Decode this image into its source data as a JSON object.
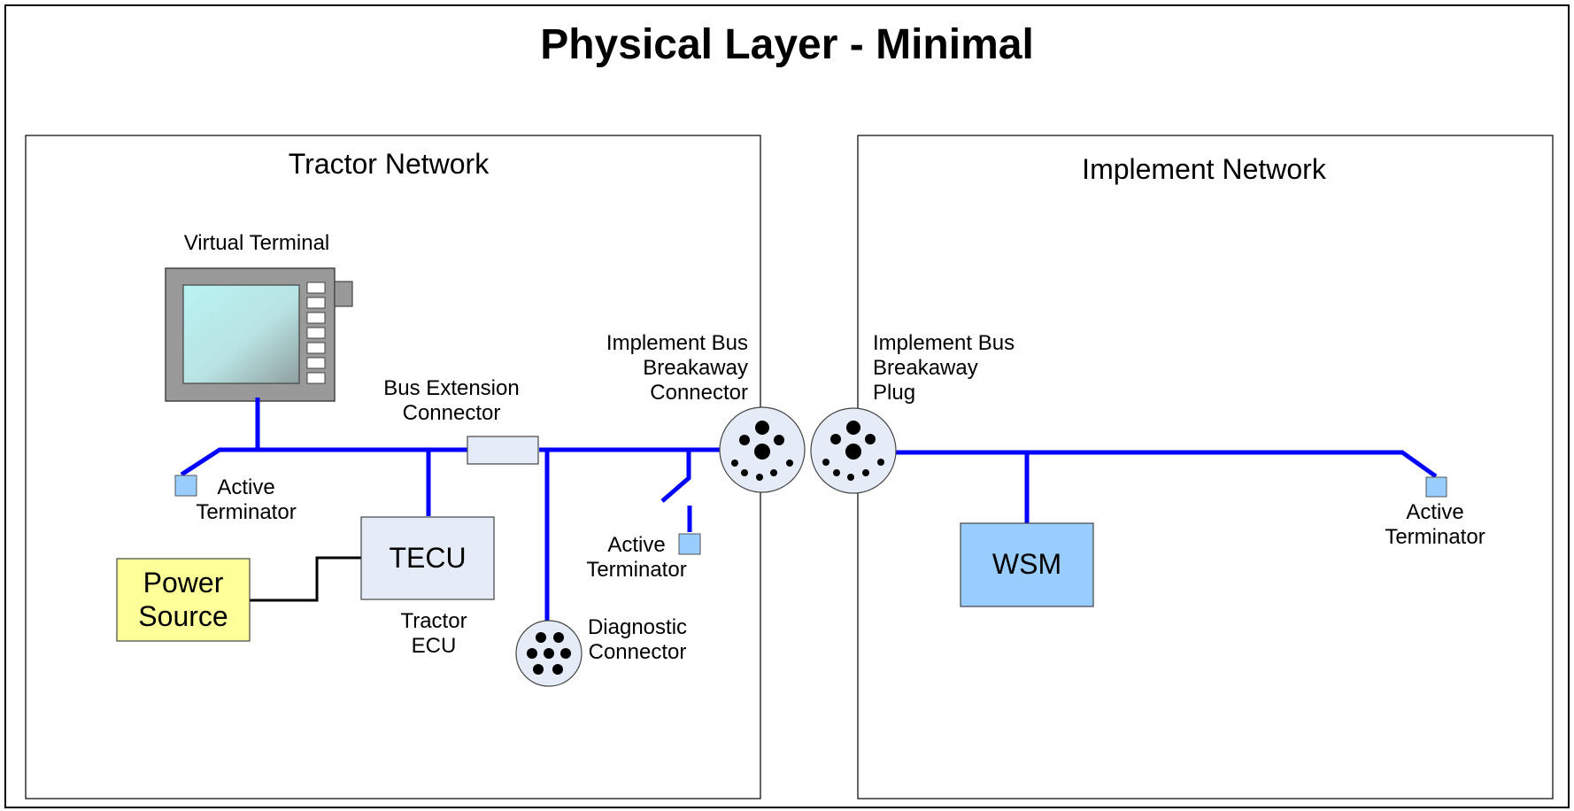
{
  "title": "Physical Layer - Minimal",
  "tractor_network": {
    "title": "Tractor Network",
    "virtual_terminal": "Virtual Terminal",
    "active_terminator_left": [
      "Active",
      "Terminator"
    ],
    "bus_extension_connector": [
      "Bus Extension",
      "Connector"
    ],
    "tecu_box": "TECU",
    "tecu_caption": [
      "Tractor",
      "ECU"
    ],
    "power_source": [
      "Power",
      "Source"
    ],
    "active_terminator_branch": [
      "Active",
      "Terminator"
    ],
    "diagnostic_connector": [
      "Diagnostic",
      "Connector"
    ],
    "breakaway_connector": [
      "Implement Bus",
      "Breakaway",
      "Connector"
    ]
  },
  "implement_network": {
    "title": "Implement Network",
    "breakaway_plug": [
      "Implement Bus",
      "Breakaway",
      "Plug"
    ],
    "wsm_box": "WSM",
    "active_terminator_right": [
      "Active",
      "Terminator"
    ]
  },
  "colors": {
    "bus": "#0000ff",
    "power_wire": "#000000",
    "terminator": "#99ccff",
    "wsm": "#99ccff",
    "tecu": "#e6ecf7",
    "power_source": "#ffff99",
    "connector_fill": "#e6ecf7"
  }
}
